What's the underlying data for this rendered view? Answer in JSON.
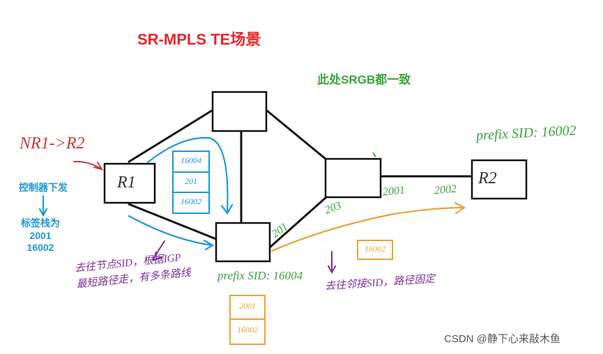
{
  "title": "SR-MPLS TE场景",
  "srgb_note": "此处SRGB都一致",
  "routers": {
    "r1": "R1",
    "r2": "R2"
  },
  "flow": "NR1->R2",
  "controller": {
    "label": "控制器下发",
    "stack_title": "标签栈为",
    "labels": [
      "2001",
      "16002"
    ]
  },
  "prefix_r2": "prefix SID: 16002",
  "prefix_mid": "prefix SID: 16004",
  "adjacency": {
    "a201": "201",
    "a203": "203",
    "a2001": "2001",
    "a2002": "2002"
  },
  "blue_stack": [
    "16004",
    "201",
    "16002"
  ],
  "orange_stack_bottom": [
    "2001",
    "16002"
  ],
  "orange_stack_link": "16002",
  "note_left": {
    "line1": "去往节点SID，根据IGP",
    "line2": "最短路径走，有多条路线"
  },
  "note_right": "去往邻接SID，路径固定",
  "colors": {
    "title": "#e8262b",
    "green": "#3aa53a",
    "blue": "#1e98d6",
    "purple": "#7b3294",
    "orange": "#e8a33a"
  },
  "watermark": "CSDN @静下心来敲木鱼"
}
